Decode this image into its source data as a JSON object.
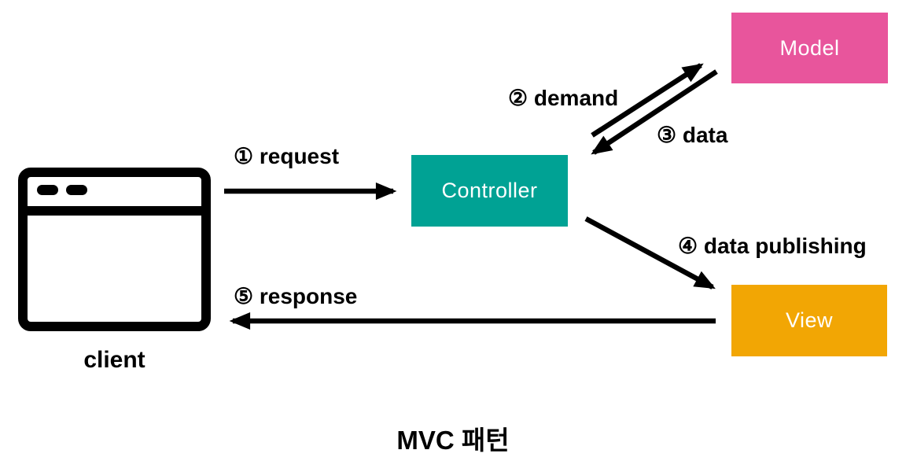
{
  "title": "MVC 패턴",
  "colors": {
    "model": "#e8559c",
    "controller": "#00a294",
    "view": "#f2a604",
    "arrow": "#000000",
    "node_text": "#ffffff"
  },
  "nodes": {
    "client": {
      "label": "client"
    },
    "controller": {
      "label": "Controller"
    },
    "model": {
      "label": "Model"
    },
    "view": {
      "label": "View"
    }
  },
  "arrows": [
    {
      "id": "request",
      "label": "① request",
      "from": "client",
      "to": "controller"
    },
    {
      "id": "demand",
      "label": "② demand",
      "from": "controller",
      "to": "model"
    },
    {
      "id": "data",
      "label": "③ data",
      "from": "model",
      "to": "controller"
    },
    {
      "id": "data-publishing",
      "label": "④ data publishing",
      "from": "controller",
      "to": "view"
    },
    {
      "id": "response",
      "label": "⑤ response",
      "from": "view",
      "to": "client"
    }
  ]
}
